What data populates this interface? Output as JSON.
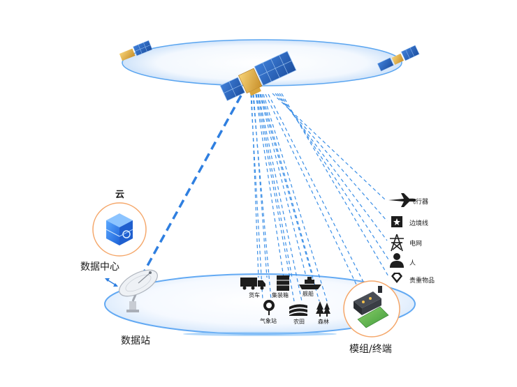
{
  "cloud": {
    "title": "云",
    "label": "数据中心"
  },
  "ground_station": {
    "label": "数据站"
  },
  "module": {
    "label": "模组/终端"
  },
  "ground_items": [
    {
      "icon": "truck-icon",
      "label": "货车"
    },
    {
      "icon": "container-icon",
      "label": "集装箱"
    },
    {
      "icon": "ship-icon",
      "label": "舰船"
    },
    {
      "icon": "weather-station-icon",
      "label": "气象站"
    },
    {
      "icon": "farmland-icon",
      "label": "农田"
    },
    {
      "icon": "forest-icon",
      "label": "森林"
    }
  ],
  "side_items": [
    {
      "icon": "airplane-icon",
      "label": "飞行器"
    },
    {
      "icon": "border-icon",
      "label": "边境线"
    },
    {
      "icon": "power-tower-icon",
      "label": "电网"
    },
    {
      "icon": "person-icon",
      "label": "人"
    },
    {
      "icon": "diamond-icon",
      "label": "贵重物品"
    }
  ],
  "colors": {
    "accent": "#2f7fe0",
    "orbit_ring": "#5aa5f0",
    "beam": "#3a8ee6",
    "icon": "#1d1d1d",
    "circle_border": "#f5a76a"
  }
}
